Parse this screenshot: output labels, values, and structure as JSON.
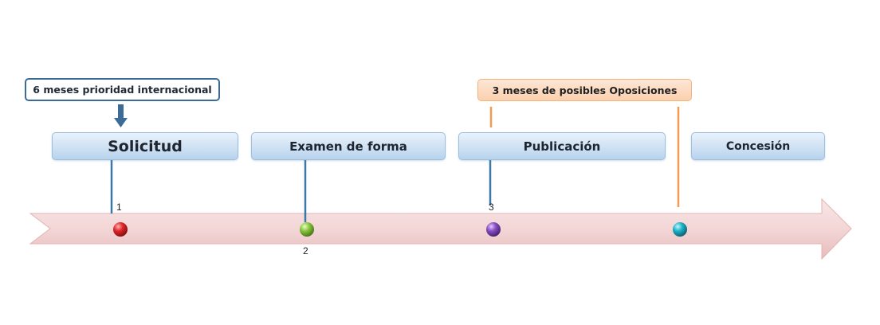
{
  "callouts": {
    "priority": "6 meses prioridad internacional",
    "opposition": "3 meses de posibles Oposiciones"
  },
  "stages": [
    {
      "label": "Solicitud"
    },
    {
      "label": "Examen de forma"
    },
    {
      "label": "Publicación"
    },
    {
      "label": "Concesión"
    }
  ],
  "milestones": [
    {
      "number": "1",
      "color": "#e0282c"
    },
    {
      "number": "2",
      "color": "#8cc63f"
    },
    {
      "number": "3",
      "color": "#8a4fc2"
    },
    {
      "number": "",
      "color": "#1fb3c9"
    }
  ],
  "colors": {
    "timeline_arrow": "#f3d9d9",
    "connector_blue": "#3b78a8",
    "connector_orange": "#f39a55",
    "priority_border": "#3b6b96",
    "stage_box": "#cfe1f3"
  }
}
